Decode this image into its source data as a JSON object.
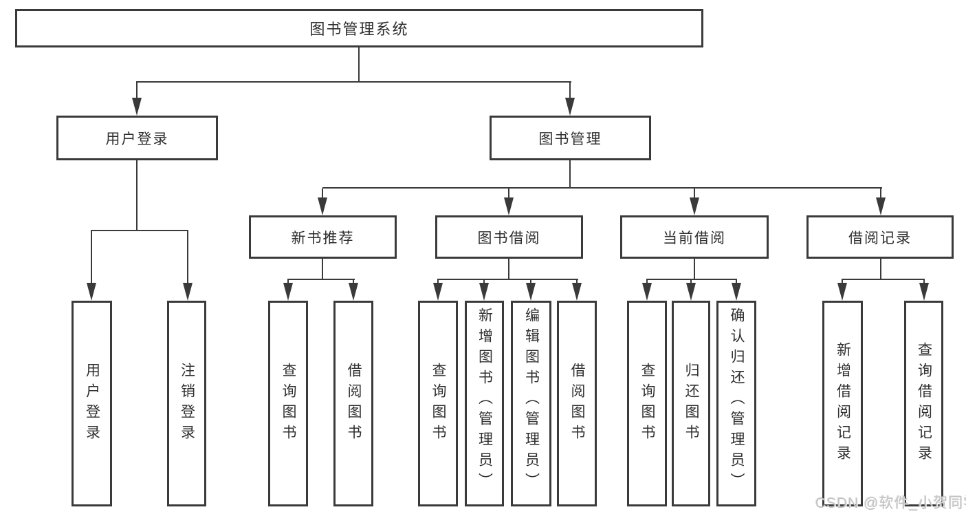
{
  "colors": {
    "background": "#ffffff",
    "line": "#3a3a3a",
    "text": "#2f2f2f",
    "watermark": "#c3c3c3"
  },
  "nodes": {
    "root": {
      "label": "图书管理系统"
    },
    "level2": [
      {
        "label": "用户登录"
      },
      {
        "label": "图书管理"
      }
    ],
    "level3": [
      {
        "label": "新书推荐"
      },
      {
        "label": "图书借阅"
      },
      {
        "label": "当前借阅"
      },
      {
        "label": "借阅记录"
      }
    ],
    "leaves": [
      {
        "label": "用户登录"
      },
      {
        "label": "注销登录"
      },
      {
        "label": "查询图书"
      },
      {
        "label": "借阅图书"
      },
      {
        "label": "查询图书"
      },
      {
        "label": "新增图书（管理员）"
      },
      {
        "label": "编辑图书（管理员）"
      },
      {
        "label": "借阅图书"
      },
      {
        "label": "查询图书"
      },
      {
        "label": "归还图书"
      },
      {
        "label": "确认归还（管理员）"
      },
      {
        "label": "新增借阅记录"
      },
      {
        "label": "查询借阅记录"
      }
    ]
  },
  "watermark": {
    "text": "CSDN @软件_小贺同学"
  }
}
